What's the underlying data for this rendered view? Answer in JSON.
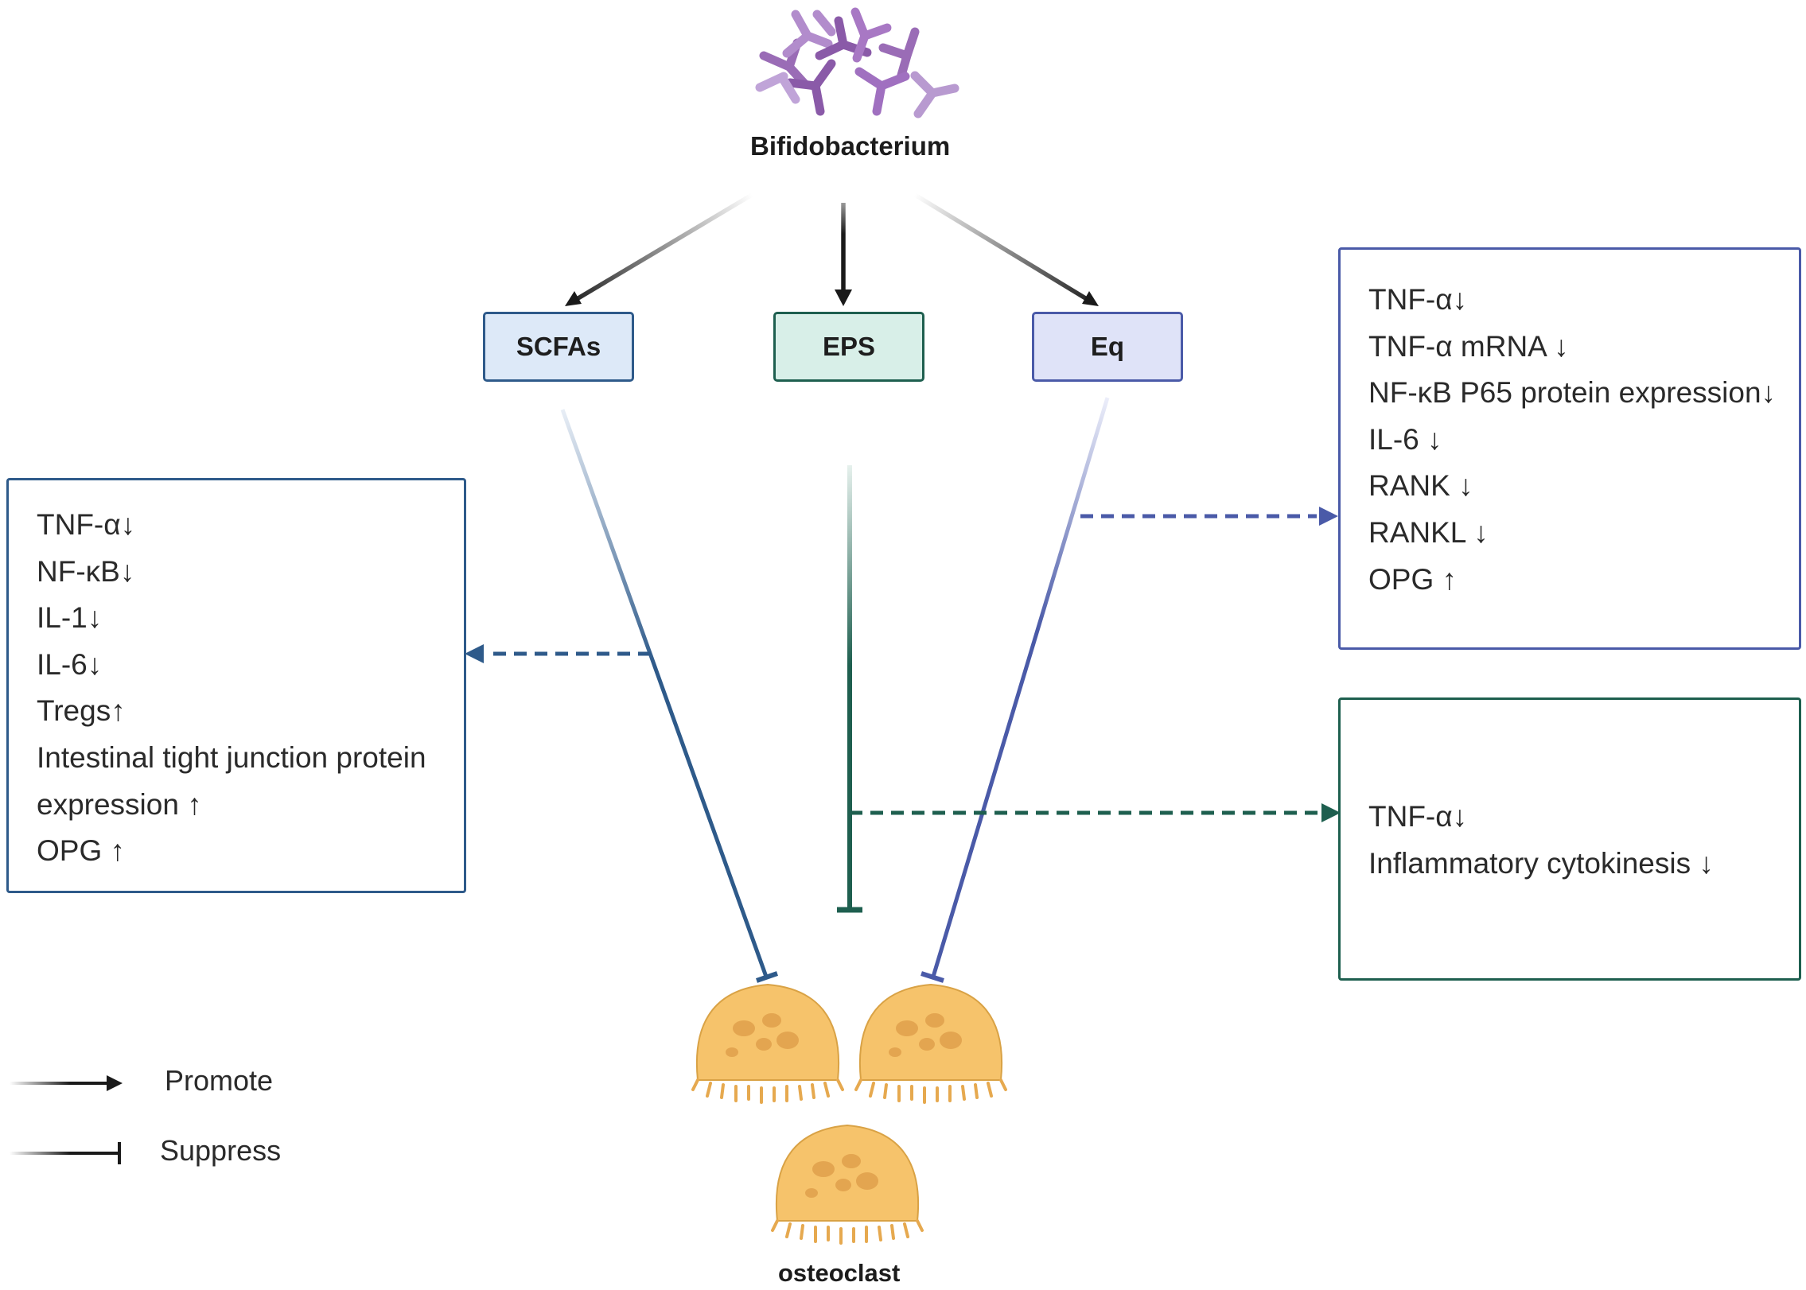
{
  "top": {
    "title": "Bifidobacterium"
  },
  "nodes": {
    "scfas": {
      "label": "SCFAs",
      "fill": "#dde9f8",
      "border": "#2e5a8a"
    },
    "eps": {
      "label": "EPS",
      "fill": "#d8efe8",
      "border": "#1e5f4f"
    },
    "eq": {
      "label": "Eq",
      "fill": "#dfe3f8",
      "border": "#4a5aa8"
    }
  },
  "boxes": {
    "scfas_effects": {
      "color": "#2e5a8a",
      "items": [
        "TNF-α↓",
        "NF-κB↓",
        "IL-1↓",
        "IL-6↓",
        "Tregs↑",
        "Intestinal tight junction protein",
        "expression ↑",
        "OPG ↑"
      ]
    },
    "eq_effects": {
      "color": "#4a5aa8",
      "items": [
        "TNF-α↓",
        "TNF-α mRNA ↓",
        "NF-κB P65 protein expression↓",
        "IL-6 ↓",
        "RANK ↓",
        "RANKL ↓",
        "OPG ↑"
      ]
    },
    "eps_effects": {
      "color": "#1e5f4f",
      "items": [
        "TNF-α↓",
        "Inflammatory cytokinesis ↓"
      ]
    }
  },
  "target": {
    "label": "osteoclast",
    "cell_color": "#f6c36b",
    "nucleus_color": "#e3a550"
  },
  "legend": {
    "promote": "Promote",
    "suppress": "Suppress"
  },
  "icons": {
    "bacterium": "bacterium-icon",
    "osteoclast": "osteoclast-cell-icon"
  }
}
